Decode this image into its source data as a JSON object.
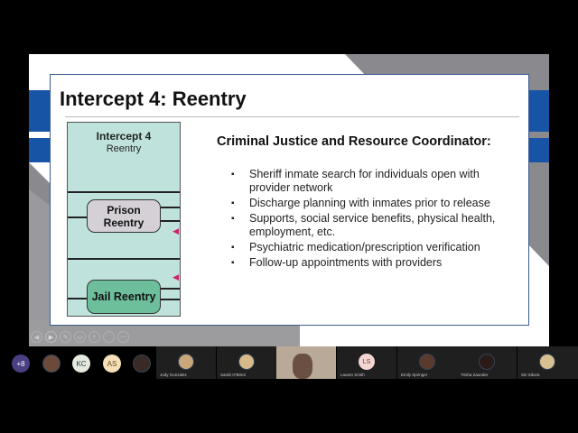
{
  "slide": {
    "title": "Intercept 4: Reentry",
    "diagram": {
      "title": "Intercept 4",
      "subtitle": "Reentry",
      "box1": "Prison Reentry",
      "box2": "Jail Reentry"
    },
    "heading": "Criminal Justice and Resource Coordinator:",
    "bullets": [
      "Sheriff inmate search for individuals open with provider network",
      "Discharge planning with inmates prior to release",
      "Supports, social service benefits, physical health, employment, etc.",
      "Psychiatric medication/prescription verification",
      "Follow-up appointments with providers"
    ]
  },
  "presentation_controls": [
    "back-icon",
    "forward-icon",
    "pen-icon",
    "slides-icon",
    "zoom-icon",
    "blank-icon",
    "more-icon"
  ],
  "participants": {
    "overflow": "+8",
    "avatars": [
      "KC",
      "AS"
    ],
    "tiles": [
      {
        "name": "Jody Gonzalez"
      },
      {
        "name": "Sarah O'Brien"
      },
      {
        "name": "Lauren Smith",
        "initials": "LS"
      },
      {
        "name": "Emily Springer"
      },
      {
        "name": "Trisha Zaunder"
      },
      {
        "name": "Siri Sikora"
      }
    ]
  },
  "colors": {
    "blue": "#1754a6",
    "gray": "#8a8a8e",
    "diagram_bg": "#bfe3dc",
    "jail_box": "#6dbf9c",
    "prison_box": "#d4d0d6",
    "overflow_badge": "#4b3f84"
  }
}
